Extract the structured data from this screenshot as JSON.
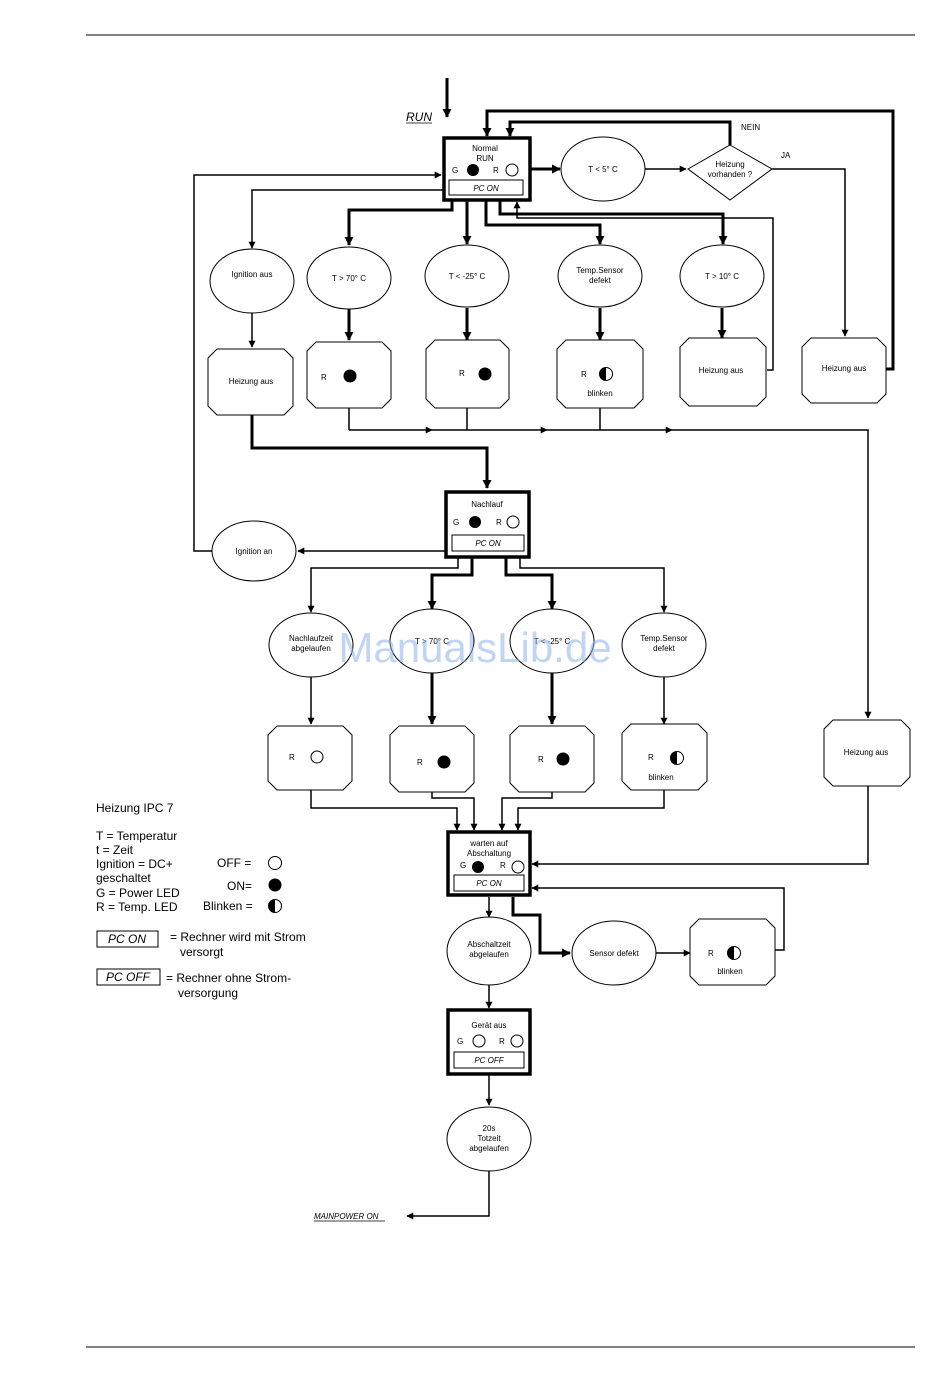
{
  "entry": {
    "run": "RUN"
  },
  "states": {
    "normal": {
      "title1": "Normal",
      "title2": "RUN",
      "g": "G",
      "r": "R",
      "pc": "PC ON"
    },
    "nachlauf": {
      "title1": "Nachlauf",
      "g": "G",
      "r": "R",
      "pc": "PC ON"
    },
    "warten": {
      "title1": "warten auf",
      "title2": "Abschaltung",
      "g": "G",
      "r": "R",
      "pc": "PC ON"
    },
    "geraet": {
      "title1": "Gerät aus",
      "g": "G",
      "r": "R",
      "pc": "PC OFF"
    }
  },
  "conditions": {
    "t_lt_5": "T < 5° C",
    "decision_l1": "Heizung",
    "decision_l2": "vorhanden ?",
    "nein": "NEIN",
    "ja": "JA",
    "ign1": "Ignition aus",
    "t_gt_70": "T > 70° C",
    "t_lt_m25": "T < -25° C",
    "sensor1_l1": "Temp.Sensor",
    "sensor1_l2": "defekt",
    "t_gt_10": "T > 10° C",
    "ign2": "Ignition an",
    "nach1_l1": "Nachlaufzeit",
    "nach1_l2": "abgelaufen",
    "t_gt_70_b": "T > 70° C",
    "t_lt_m25_b": "T < -25° C",
    "sensor2_l1": "Temp.Sensor",
    "sensor2_l2": "defekt",
    "absch_l1": "Abschaltzeit",
    "absch_l2": "abgelaufen",
    "sensor_defekt": "Sensor defekt",
    "tot_l1": "20s",
    "tot_l2": "Totzeit",
    "tot_l3": "abgelaufen"
  },
  "actions": {
    "heizung_aus": "Heizung aus",
    "r": "R",
    "blinken": "blinken"
  },
  "exit": {
    "mainpower": "MAINPOWER ON"
  },
  "legend": {
    "title": "Heizung IPC 7",
    "t_temp": "T = Temperatur",
    "t_zeit": " t = Zeit",
    "ignition1": "Ignition = DC+",
    "ignition2": "geschaltet",
    "g_power": "G = Power LED",
    "r_temp": "R = Temp. LED",
    "off": "OFF =",
    "on": "ON=",
    "blinken": "Blinken =",
    "pc_on": "PC ON",
    "pc_on_desc1": "= Rechner wird mit Strom",
    "pc_on_desc2": "versorgt",
    "pc_off": "PC OFF",
    "pc_off_desc1": "= Rechner ohne Strom-",
    "pc_off_desc2": "versorgung"
  },
  "watermark": "ManualsLib.de"
}
